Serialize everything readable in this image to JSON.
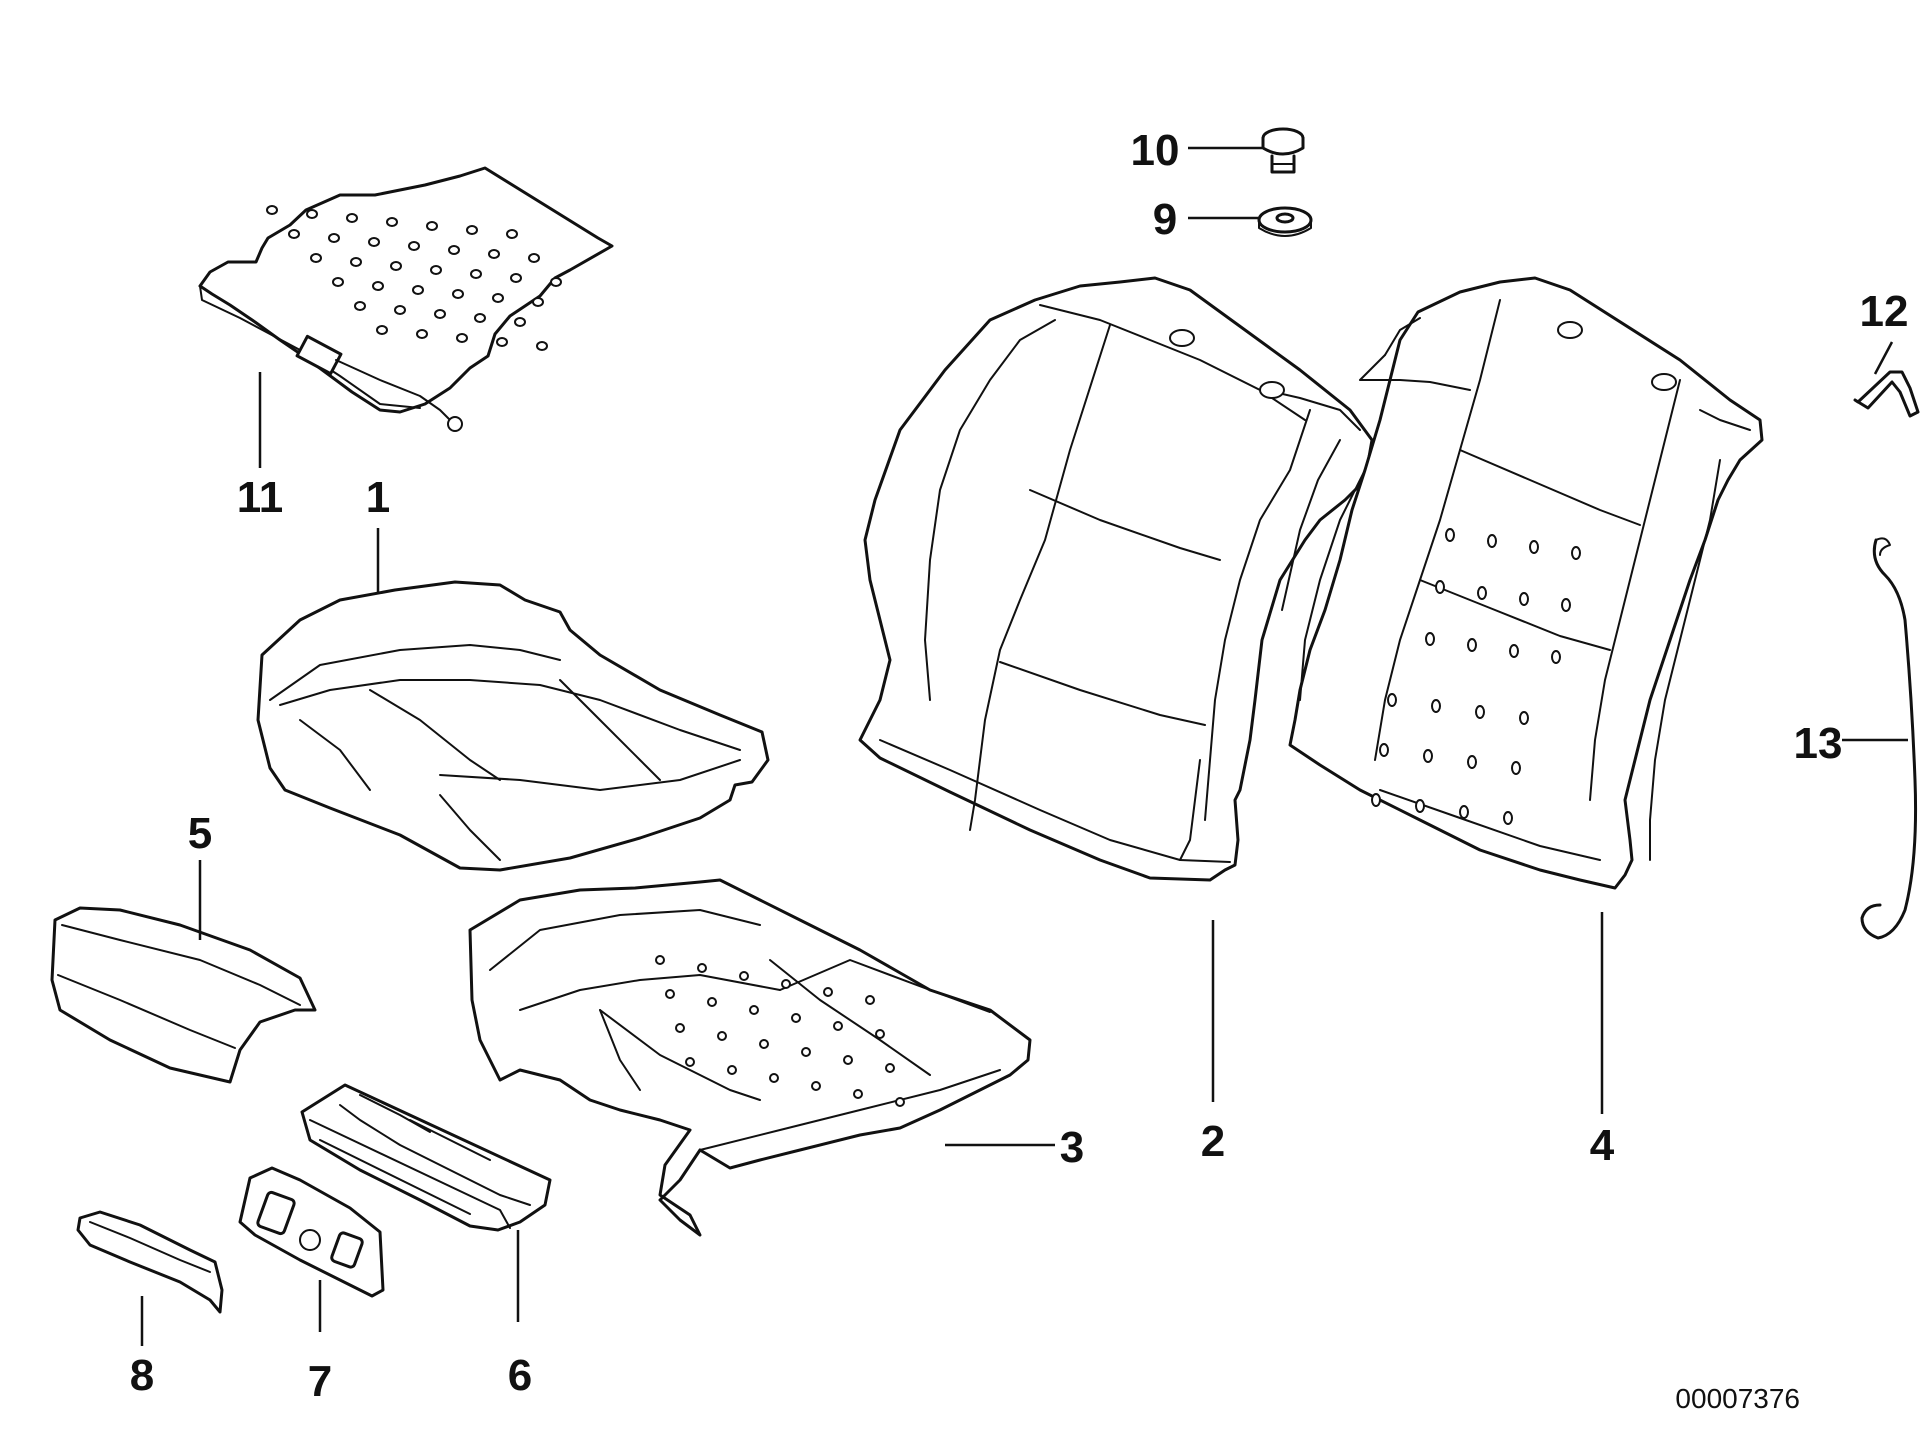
{
  "labels": {
    "p1": "1",
    "p2": "2",
    "p3": "3",
    "p4": "4",
    "p5": "5",
    "p6": "6",
    "p7": "7",
    "p8": "8",
    "p9": "9",
    "p10": "10",
    "p11": "11",
    "p12": "12",
    "p13": "13"
  },
  "reference": "00007376"
}
